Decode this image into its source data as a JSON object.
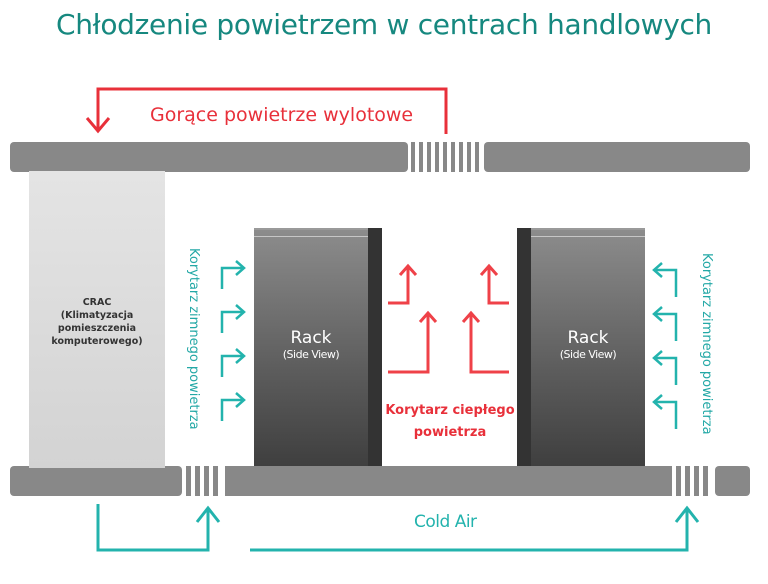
{
  "title": "Chłodzenie powietrzem w centrach handlowych",
  "hot_exhaust_label": "Gorące powietrze wylotowe",
  "crac": {
    "line1": "CRAC",
    "line2": "(Klimatyzacja pomieszczenia",
    "line3": "komputerowego)"
  },
  "racks": [
    {
      "name": "Rack",
      "subtitle": "(Side View)"
    },
    {
      "name": "Rack",
      "subtitle": "(Side View)"
    }
  ],
  "cold_aisle_label_left": "Korytarz zimnego powietrza",
  "cold_aisle_label_right": "Korytarz zimnego powietrza",
  "hot_aisle_label": {
    "line1": "Korytarz ciepłego",
    "line2": "powietrza"
  },
  "cold_air_label": "Cold Air",
  "colors": {
    "title": "#16887f",
    "hot": "#e8303a",
    "cold": "#23b3ad",
    "floor": "#888888",
    "rack_dark": "#333333"
  }
}
